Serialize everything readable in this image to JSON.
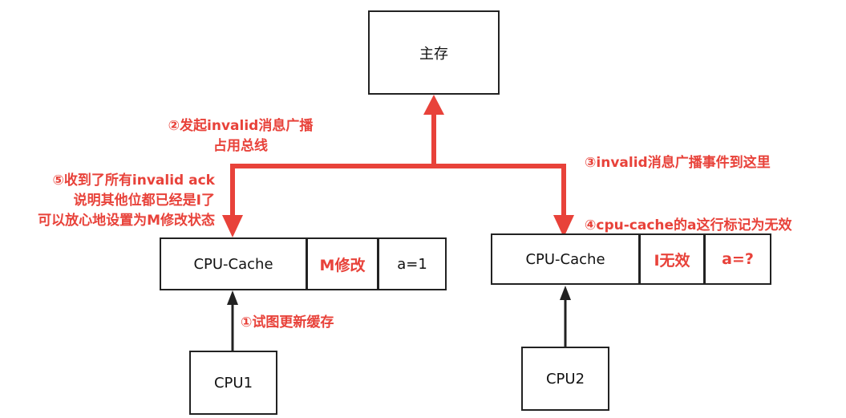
{
  "nodes": {
    "main_memory": "主存",
    "cpu_cache_left": "CPU-Cache",
    "state_left": "M修改",
    "value_left": "a=1",
    "cpu_cache_right": "CPU-Cache",
    "state_right": "I无效",
    "value_right": "a=?",
    "cpu1": "CPU1",
    "cpu2": "CPU2"
  },
  "annotations": {
    "step1": "①试图更新缓存",
    "step2_line1": "②发起invalid消息广播",
    "step2_line2": "占用总线",
    "step3": "③invalid消息广播事件到这里",
    "step4": "④cpu-cache的a这行标记为无效",
    "step5_line1": "⑤收到了所有invalid ack",
    "step5_line2": "说明其他位都已经是I了",
    "step5_line3": "可以放心地设置为M修改状态"
  },
  "colors": {
    "accent": "#e8423a",
    "line": "#222222"
  }
}
